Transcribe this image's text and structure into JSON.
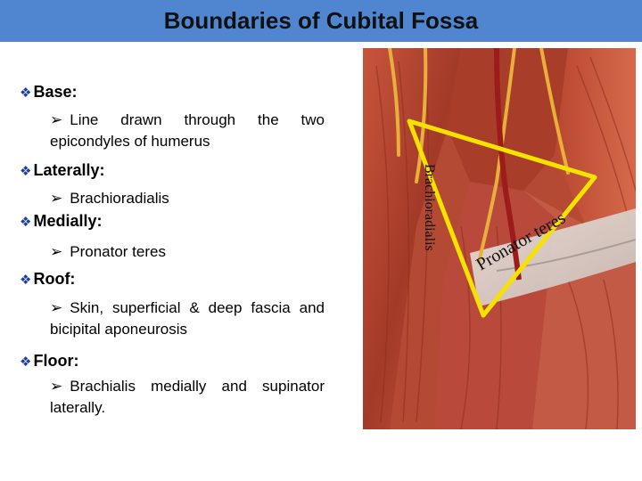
{
  "title": "Boundaries of Cubital Fossa",
  "colors": {
    "header_bg": "#4f86cf",
    "diamond_bullet": "#1b3fa0",
    "triangle": "#f5e200"
  },
  "sections": [
    {
      "heading": "Base:",
      "text_line1": "Line drawn through the two",
      "text_line2": "epicondyles of humerus"
    },
    {
      "heading": "Laterally:",
      "text": "Brachioradialis"
    },
    {
      "heading": "Medially:",
      "text": "Pronator teres"
    },
    {
      "heading": "Roof:",
      "text_line1": "Skin, superficial & deep fascia and",
      "text_line2": "bicipital aponeurosis"
    },
    {
      "heading": "Floor:",
      "text_line1": "Brachialis medially and supinator",
      "text_line2": "laterally."
    }
  ],
  "image_labels": {
    "left_muscle": "Brachioradialis",
    "right_muscle": "Pronator teres"
  }
}
